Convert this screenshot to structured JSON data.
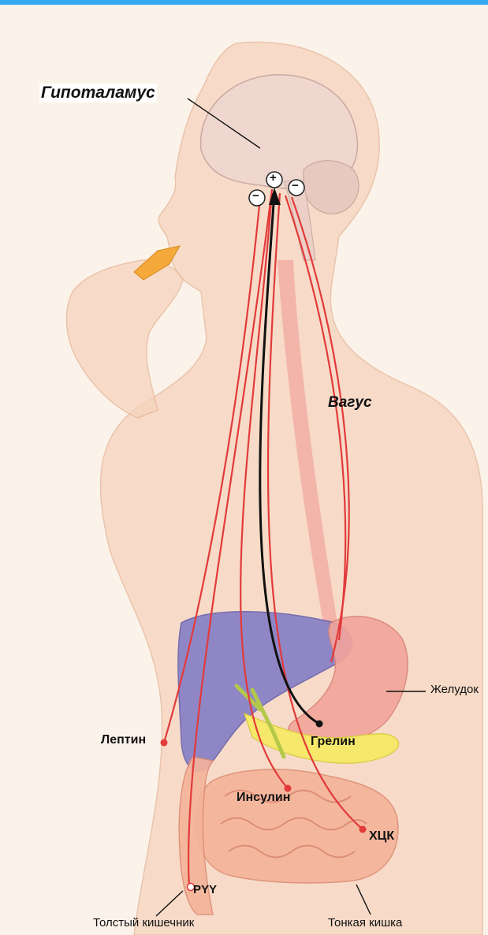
{
  "labels": {
    "hypothalamus": "Гипоталамус",
    "vagus": "Вагус",
    "stomach": "Желудок",
    "leptin": "Лептин",
    "ghrelin": "Грелин",
    "insulin": "Инсулин",
    "cck": "ХЦК",
    "pyy": "PYY",
    "large_intestine": "Толстый кишечник",
    "small_intestine": "Тонкая кишка"
  },
  "signs": {
    "plus": "+",
    "minus": "−"
  },
  "colors": {
    "signal": "#e23a3a",
    "vagus_path": "#111111",
    "liver": "#7e78c6",
    "stomach": "#f2a59a",
    "intestine": "#f4b49a",
    "pancreas": "#f5e86a",
    "body": "#f6d4bd"
  }
}
